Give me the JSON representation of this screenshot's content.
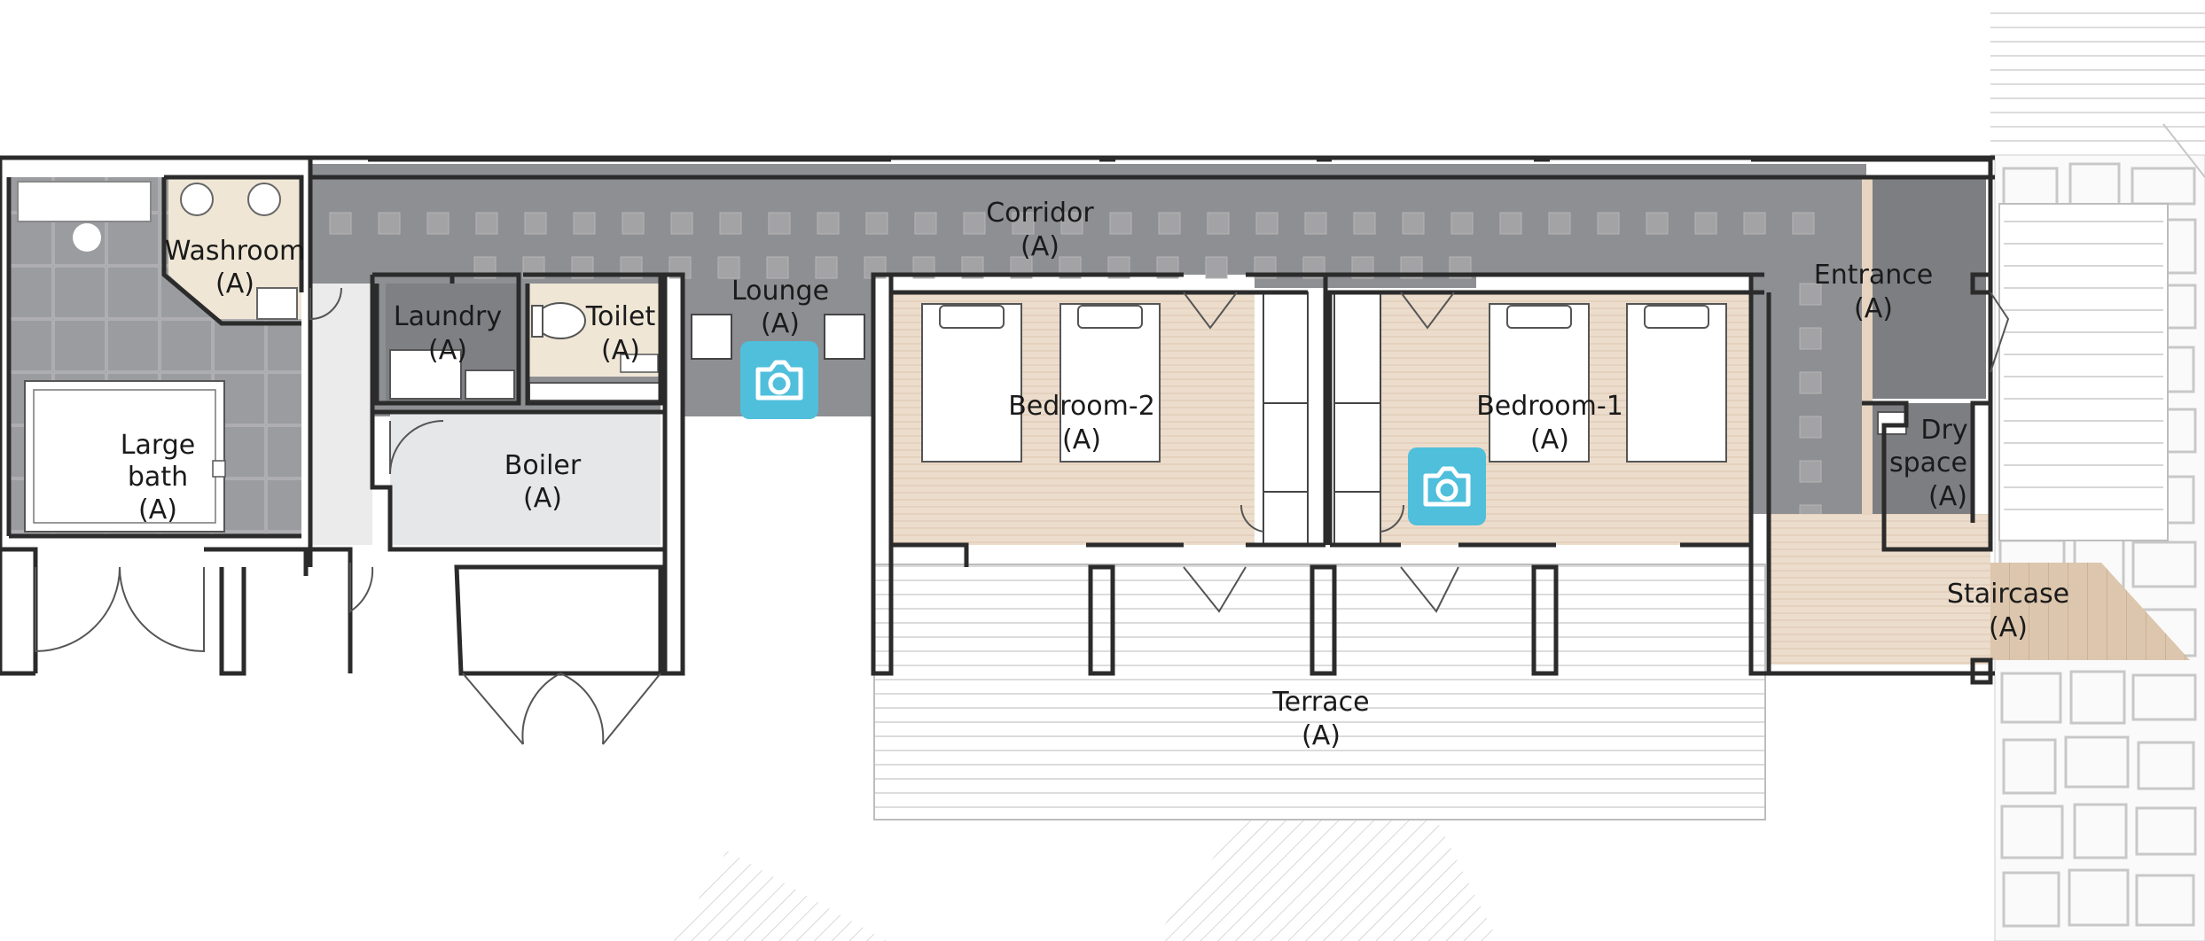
{
  "rooms": {
    "washroom": {
      "name": "Washroom",
      "tag": "(A)"
    },
    "large_bath": {
      "line1": "Large",
      "line2": "bath",
      "tag": "(A)"
    },
    "laundry": {
      "name": "Laundry",
      "tag": "(A)"
    },
    "toilet": {
      "name": "Toilet",
      "tag": "(A)"
    },
    "lounge": {
      "name": "Lounge",
      "tag": "(A)"
    },
    "corridor": {
      "name": "Corridor",
      "tag": "(A)"
    },
    "boiler": {
      "name": "Boiler",
      "tag": "(A)"
    },
    "bedroom2": {
      "name": "Bedroom-2",
      "tag": "(A)"
    },
    "bedroom1": {
      "name": "Bedroom-1",
      "tag": "(A)"
    },
    "entrance": {
      "name": "Entrance",
      "tag": "(A)"
    },
    "dry_space": {
      "line1": "Dry",
      "line2": "space",
      "tag": "(A)"
    },
    "staircase": {
      "name": "Staircase",
      "tag": "(A)"
    },
    "terrace": {
      "name": "Terrace",
      "tag": "(A)"
    }
  },
  "cameras": [
    {
      "icon": "camera-icon",
      "room": "Lounge"
    },
    {
      "icon": "camera-icon",
      "room": "Bedroom-1"
    }
  ],
  "colors": {
    "corridor": "#8e8f93",
    "tile": "#a3a3a6",
    "wood": "#ead9c8",
    "washroom": "#efe6d6",
    "boiler": "#e6e7e8",
    "camera": "#4fbfdc",
    "wall": "#2b2b2b"
  }
}
